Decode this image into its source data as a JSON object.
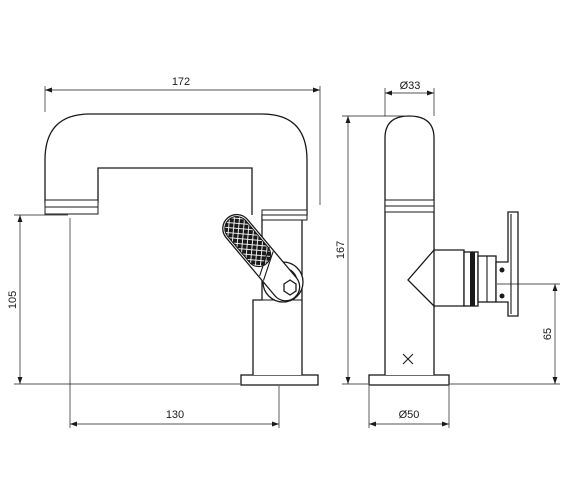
{
  "dimensions": {
    "front_width": "172",
    "front_spout_height": "105",
    "front_reach": "130",
    "side_diameter_top": "Ø33",
    "side_height": "167",
    "side_lever_height": "65",
    "side_diameter_base": "Ø50"
  },
  "colors": {
    "line": "#1a1a1a",
    "background": "#ffffff"
  }
}
